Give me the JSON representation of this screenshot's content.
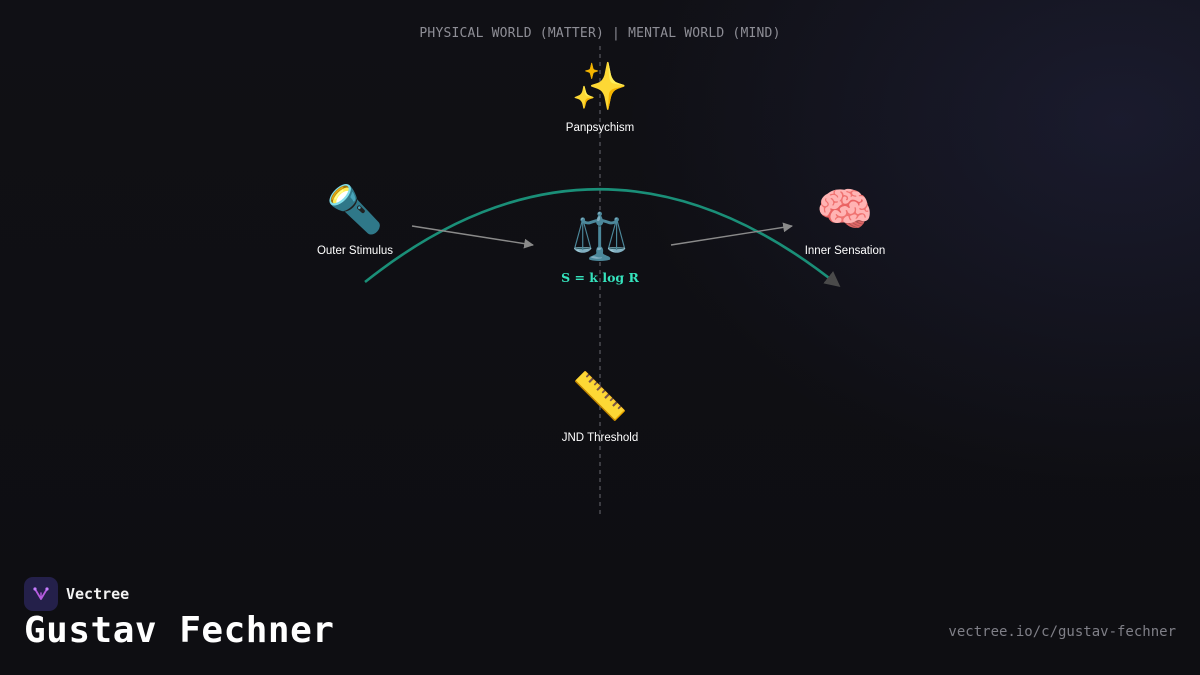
{
  "header": {
    "divider_label": "PHYSICAL WORLD (MATTER) | MENTAL WORLD (MIND)"
  },
  "nodes": {
    "panpsychism": {
      "icon": "sparkles-icon",
      "emoji": "✨",
      "label": "Panpsychism"
    },
    "outer_stimulus": {
      "icon": "flashlight-icon",
      "emoji": "🔦",
      "label": "Outer Stimulus"
    },
    "law": {
      "icon": "balance-scale-icon",
      "emoji": "⚖️",
      "formula": "S = k log R"
    },
    "inner_sensation": {
      "icon": "brain-icon",
      "emoji": "🧠",
      "label": "Inner Sensation"
    },
    "jnd_threshold": {
      "icon": "ruler-icon",
      "emoji": "📏",
      "label": "JND Threshold"
    }
  },
  "colors": {
    "arc": "#1a8f78",
    "formula": "#35e3bd",
    "arrow": "#8a8a8a",
    "divider": "#5a5a62"
  },
  "footer": {
    "brand_name": "Vectree",
    "title": "Gustav Fechner",
    "url": "vectree.io/c/gustav-fechner"
  }
}
